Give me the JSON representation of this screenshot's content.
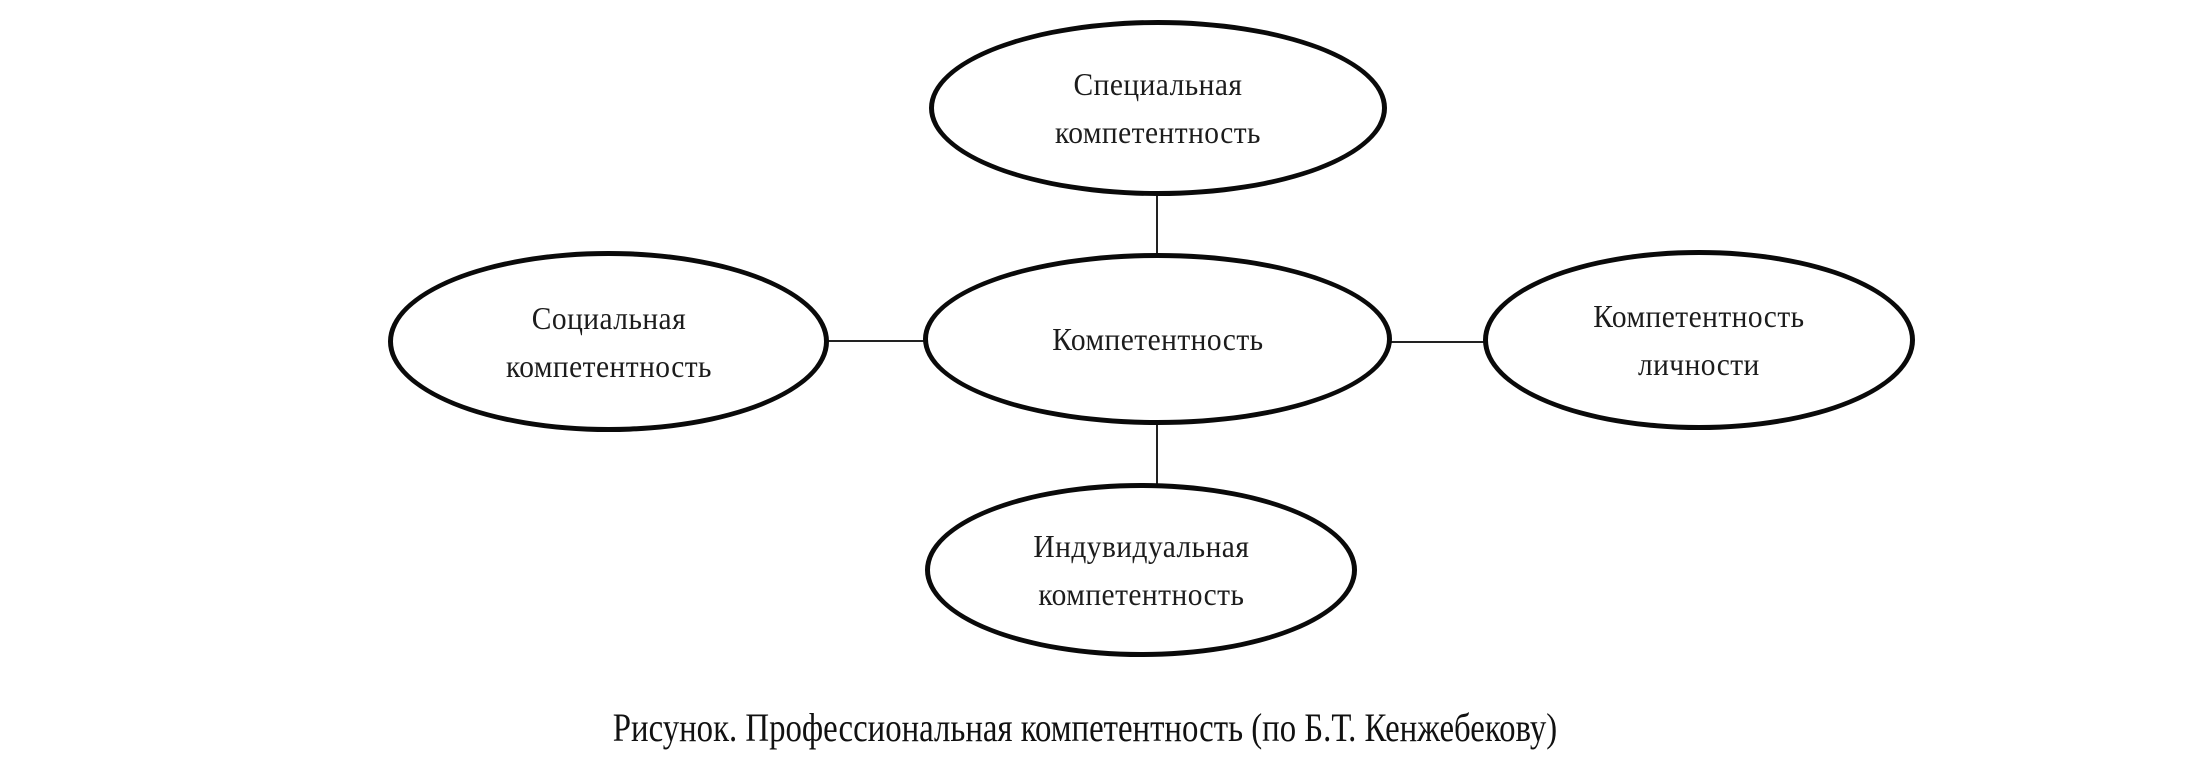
{
  "diagram": {
    "stroke_color": "#0a0a0a",
    "text_color": "#1c1c1c",
    "nodes": {
      "center": {
        "lines": [
          "Компетентность",
          ""
        ]
      },
      "top": {
        "lines": [
          "Специальная",
          "компетентность"
        ]
      },
      "left": {
        "lines": [
          "Социальная",
          "компетентность"
        ]
      },
      "right": {
        "lines": [
          "Компетентность",
          "личности"
        ]
      },
      "bottom": {
        "lines": [
          "Индувидуальная",
          "компетентность"
        ]
      }
    }
  },
  "caption": {
    "text": "Рисунок. Профессиональная компетентность (по Б.Т. Кенжебекову)"
  }
}
